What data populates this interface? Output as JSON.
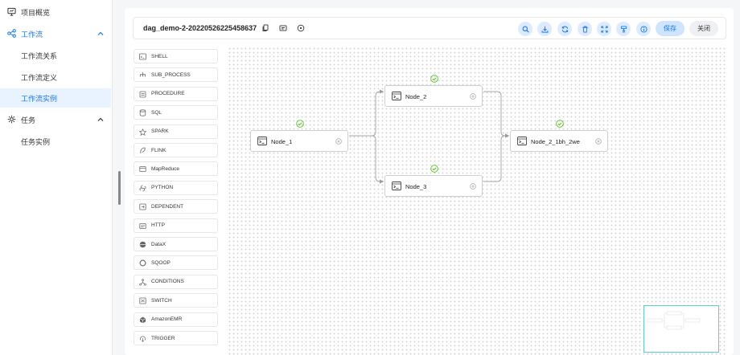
{
  "sidebar": {
    "project_overview": "项目概览",
    "workflow": "工作流",
    "workflow_relation": "工作流关系",
    "workflow_definition": "工作流定义",
    "workflow_instance": "工作流实例",
    "task": "任务",
    "task_instance": "任务实例"
  },
  "header": {
    "workflow_name": "dag_demo-2-20220526225458637",
    "save_label": "保存",
    "close_label": "关闭"
  },
  "task_types": [
    {
      "label": "SHELL",
      "icon": "shell-icon"
    },
    {
      "label": "SUB_PROCESS",
      "icon": "sub-process-icon"
    },
    {
      "label": "PROCEDURE",
      "icon": "procedure-icon"
    },
    {
      "label": "SQL",
      "icon": "sql-icon"
    },
    {
      "label": "SPARK",
      "icon": "spark-icon"
    },
    {
      "label": "FLINK",
      "icon": "flink-icon"
    },
    {
      "label": "MapReduce",
      "icon": "mapreduce-icon"
    },
    {
      "label": "PYTHON",
      "icon": "python-icon"
    },
    {
      "label": "DEPENDENT",
      "icon": "dependent-icon"
    },
    {
      "label": "HTTP",
      "icon": "http-icon"
    },
    {
      "label": "DataX",
      "icon": "datax-icon"
    },
    {
      "label": "SQOOP",
      "icon": "sqoop-icon"
    },
    {
      "label": "CONDITIONS",
      "icon": "conditions-icon"
    },
    {
      "label": "SWITCH",
      "icon": "switch-icon"
    },
    {
      "label": "AmazonEMR",
      "icon": "amazon-emr-icon"
    },
    {
      "label": "TRIGGER",
      "icon": "trigger-icon"
    }
  ],
  "nodes": {
    "node_1": "Node_1",
    "node_2": "Node_2",
    "node_3": "Node_3",
    "node_4": "Node_2_1bh_2we"
  },
  "colors": {
    "accent": "#1677ff",
    "success": "#52c41a",
    "minimap_border": "#5fd0c4"
  }
}
